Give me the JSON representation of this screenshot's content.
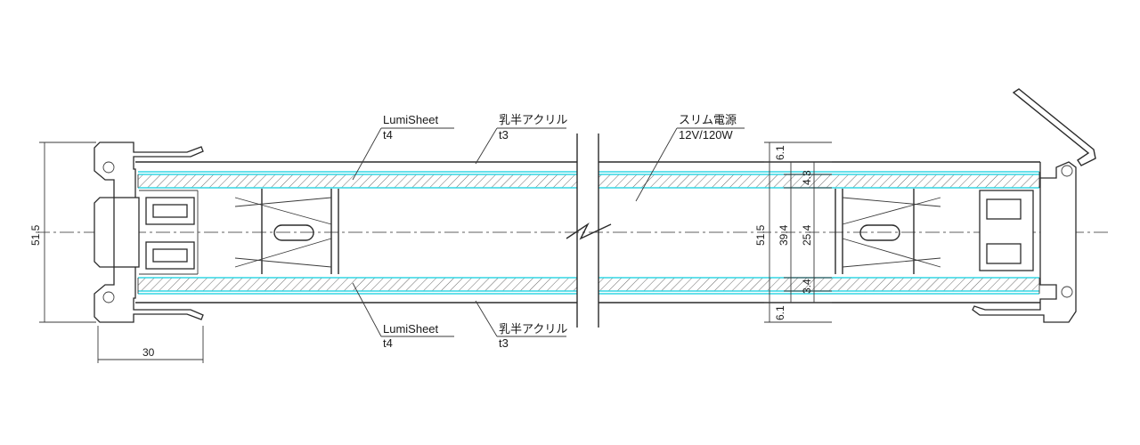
{
  "labels": {
    "top_left_material": "LumiSheet",
    "top_left_thickness": "t4",
    "top_mid_material": "乳半アクリル",
    "top_mid_thickness": "t3",
    "power_supply": "スリム電源",
    "power_spec": "12V/120W",
    "bottom_left_material": "LumiSheet",
    "bottom_left_thickness": "t4",
    "bottom_mid_material": "乳半アクリル",
    "bottom_mid_thickness": "t3"
  },
  "dimensions": {
    "left_height": "51.5",
    "bottom_width": "30",
    "right_total": "51.5",
    "right_inner": "39.4",
    "right_core": "25.4",
    "top_margin": "6.1",
    "top_panel": "4.3",
    "bottom_panel": "3.4",
    "bottom_margin": "6.1"
  },
  "colors": {
    "line": "#2b2b2b",
    "glass": "#34d6e3"
  }
}
